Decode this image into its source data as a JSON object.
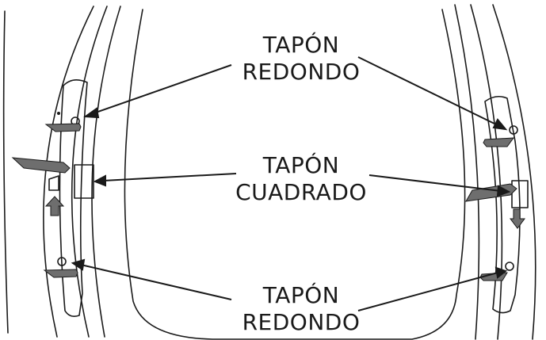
{
  "labels": {
    "top": {
      "line1": "TAPÓN",
      "line2": "REDONDO"
    },
    "middle": {
      "line1": "TAPÓN",
      "line2": "CUADRADO"
    },
    "bottom": {
      "line1": "TAPÓN",
      "line2": "REDONDO"
    }
  },
  "colors": {
    "line": "#1a1a1a",
    "arrow_fill": "#6e6e6e",
    "background": "#ffffff"
  }
}
